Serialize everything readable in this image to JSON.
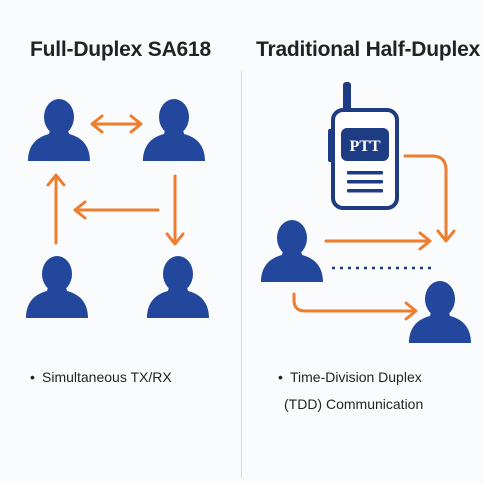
{
  "left": {
    "title": "Full-Duplex SA618",
    "bullet": "Simultaneous TX/RX"
  },
  "right": {
    "title": "Traditional Half-Duplex",
    "radio_label": "PTT",
    "bullet_line1": "Time-Division Duplex",
    "bullet_line2": "(TDD) Communication"
  },
  "colors": {
    "person": "#22479c",
    "arrow": "#ee7d2e",
    "radio_outline": "#1d3c84",
    "text": "#1f2327"
  },
  "icons": [
    "person-icon",
    "walkie-talkie-icon",
    "arrow-icon"
  ]
}
